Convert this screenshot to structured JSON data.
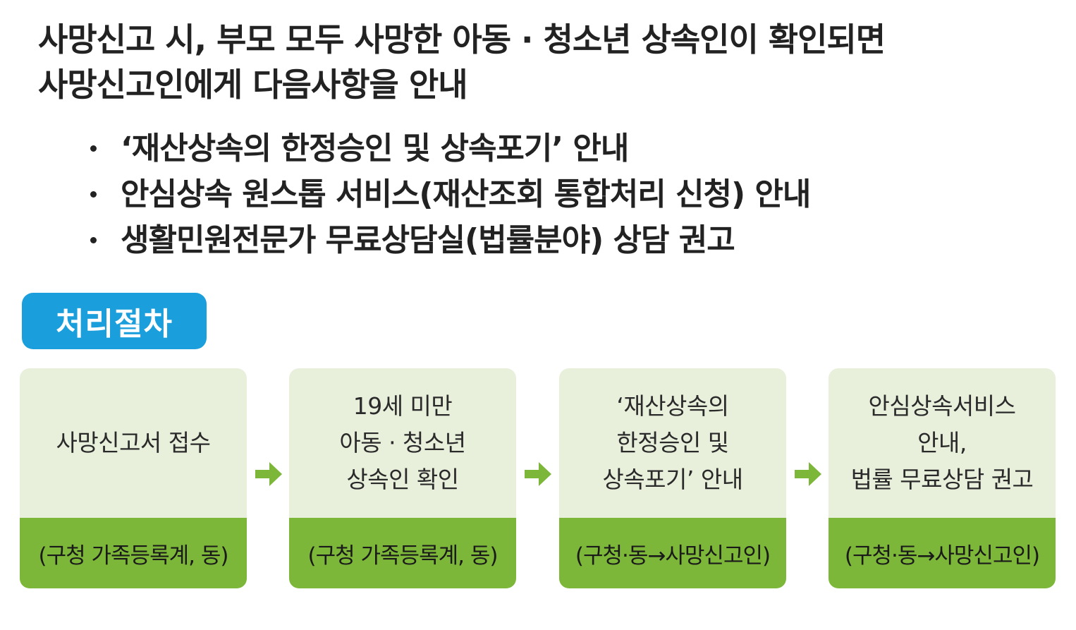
{
  "intro": {
    "line1": "사망신고 시, 부모 모두 사망한 아동 · 청소년 상속인이 확인되면",
    "line2": "사망신고인에게 다음사항을 안내"
  },
  "bullets": [
    "‘재산상속의 한정승인 및 상속포기’ 안내",
    "안심상속 원스톱 서비스(재산조회 통합처리 신청) 안내",
    "생활민원전문가 무료상담실(법률분야) 상담 권고"
  ],
  "procedure_label": "처리절차",
  "steps": [
    {
      "text": "사망신고서 접수",
      "dept": "(구청 가족등록계, 동)"
    },
    {
      "text": "19세 미만\n아동 · 청소년\n상속인 확인",
      "dept": "(구청 가족등록계, 동)"
    },
    {
      "text": "‘재산상속의\n한정승인 및\n상속포기’ 안내",
      "dept": "(구청·동→사망신고인)"
    },
    {
      "text": "안심상속서비스\n안내,\n법률 무료상담 권고",
      "dept": "(구청·동→사망신고인)"
    }
  ],
  "colors": {
    "badge": "#1a9fdc",
    "step_top": "#e8f0dc",
    "step_bottom": "#7cb739",
    "arrow": "#7cb739"
  },
  "icons": {
    "flow_arrow": "arrow-right-icon"
  }
}
